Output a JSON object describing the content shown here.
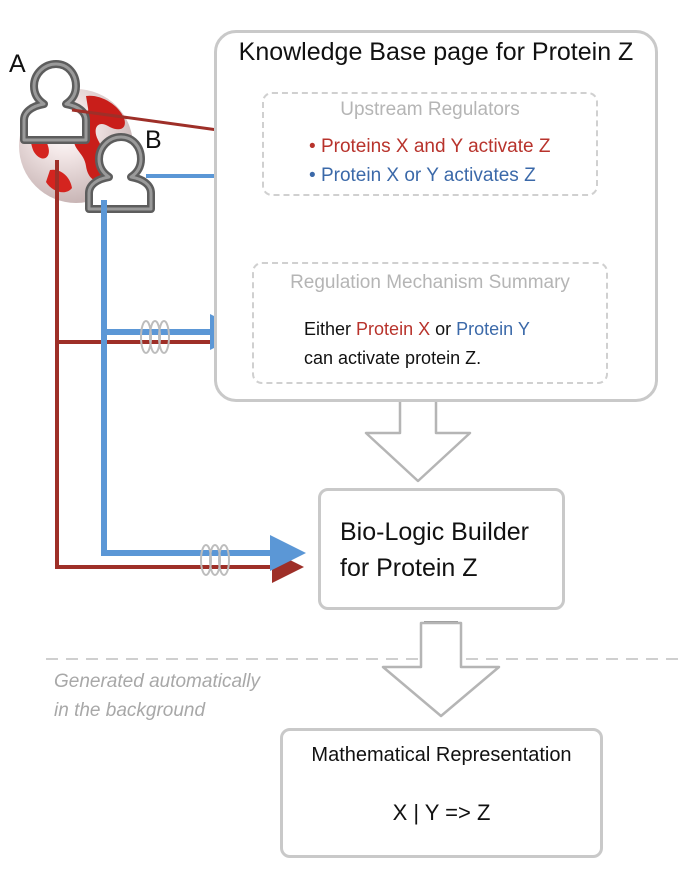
{
  "users": {
    "a_label": "A",
    "b_label": "B"
  },
  "knowledge_base": {
    "title": "Knowledge Base page for Protein Z",
    "upstream": {
      "title": "Upstream Regulators",
      "line_red": "Proteins X and Y activate Z",
      "line_blue": "Protein X or Y activates Z",
      "bullet": "•"
    },
    "mechanism": {
      "title": "Regulation Mechanism Summary",
      "text_either": "Either",
      "text_protein_x": "Protein X",
      "text_or": "or",
      "text_protein_y": "Protein Y",
      "text_line2": "can activate protein Z."
    }
  },
  "builder": {
    "line1": "Bio-Logic Builder",
    "line2": "for Protein Z"
  },
  "background_note": {
    "line1": "Generated automatically",
    "line2": "in the background"
  },
  "math": {
    "title": "Mathematical Representation",
    "formula": "X | Y => Z"
  },
  "colors": {
    "user_a": "#9e2f28",
    "user_b": "#5b97d6",
    "box_border": "#c9c9c9",
    "dashed_line": "#cfcfcf"
  },
  "icons": [
    "globe-icon",
    "user-a-icon",
    "user-b-icon",
    "down-arrow-icon",
    "spring-coil-icon"
  ]
}
